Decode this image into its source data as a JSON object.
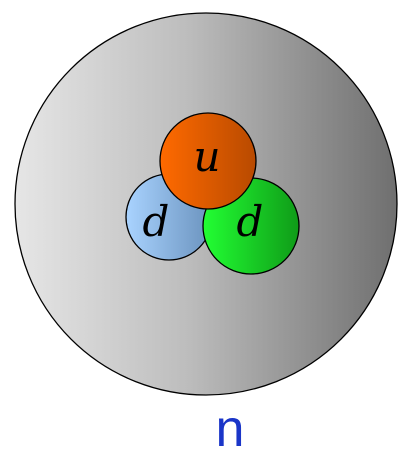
{
  "particle": {
    "label": "n",
    "label_color": "#1a35c8",
    "body_gradient": [
      "#e6e6e6",
      "#bdbdbd",
      "#6f6f6f"
    ]
  },
  "quarks": [
    {
      "id": "up",
      "label": "u",
      "colors": [
        "#ff6a00",
        "#b84a00"
      ]
    },
    {
      "id": "down-blue",
      "label": "d",
      "colors": [
        "#a9d3ff",
        "#6a92bd"
      ]
    },
    {
      "id": "down-green",
      "label": "d",
      "colors": [
        "#22ff33",
        "#0f9b18"
      ]
    }
  ]
}
